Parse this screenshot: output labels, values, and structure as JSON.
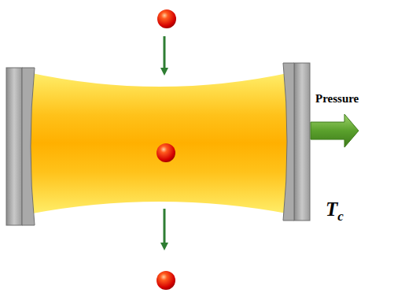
{
  "diagram": {
    "labels": [
      "Pressure",
      "T",
      "c"
    ]
  }
}
